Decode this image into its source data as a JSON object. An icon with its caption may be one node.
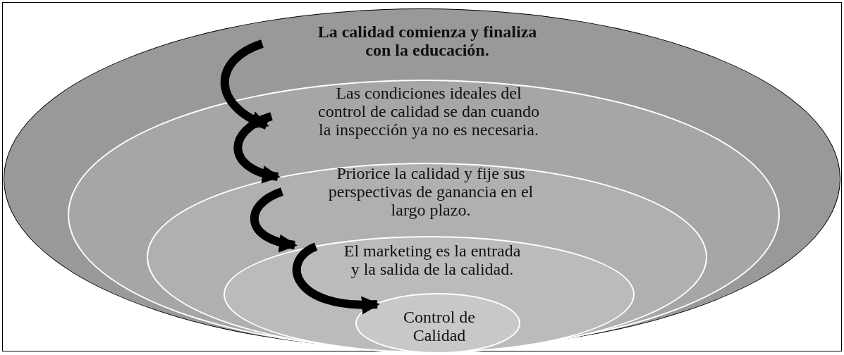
{
  "diagram": {
    "nodes": [
      {
        "text": [
          "La calidad comienza y finaliza con la educación."
        ]
      },
      {
        "text": [
          "Las condiciones ideales del control de calidad se dan cuando la inspección ya no es necesaria."
        ],
        "in": 0
      },
      {
        "text": [
          "Priorice la calidad y fije sus perspectivas de ganancia en el largo plazo."
        ],
        "in": 1
      },
      {
        "text": [
          "El marketing es la entrada y la salida de la calidad."
        ],
        "in": 2
      },
      {
        "text": [
          "Control de Calidad"
        ],
        "in": 3
      }
    ],
    "edges": [
      {
        "from": 0,
        "to": 1,
        "arrow": "to"
      },
      {
        "from": 1,
        "to": 2,
        "arrow": "to"
      },
      {
        "from": 2,
        "to": 3,
        "arrow": "to"
      },
      {
        "from": 3,
        "to": 4,
        "arrow": "to"
      }
    ]
  }
}
